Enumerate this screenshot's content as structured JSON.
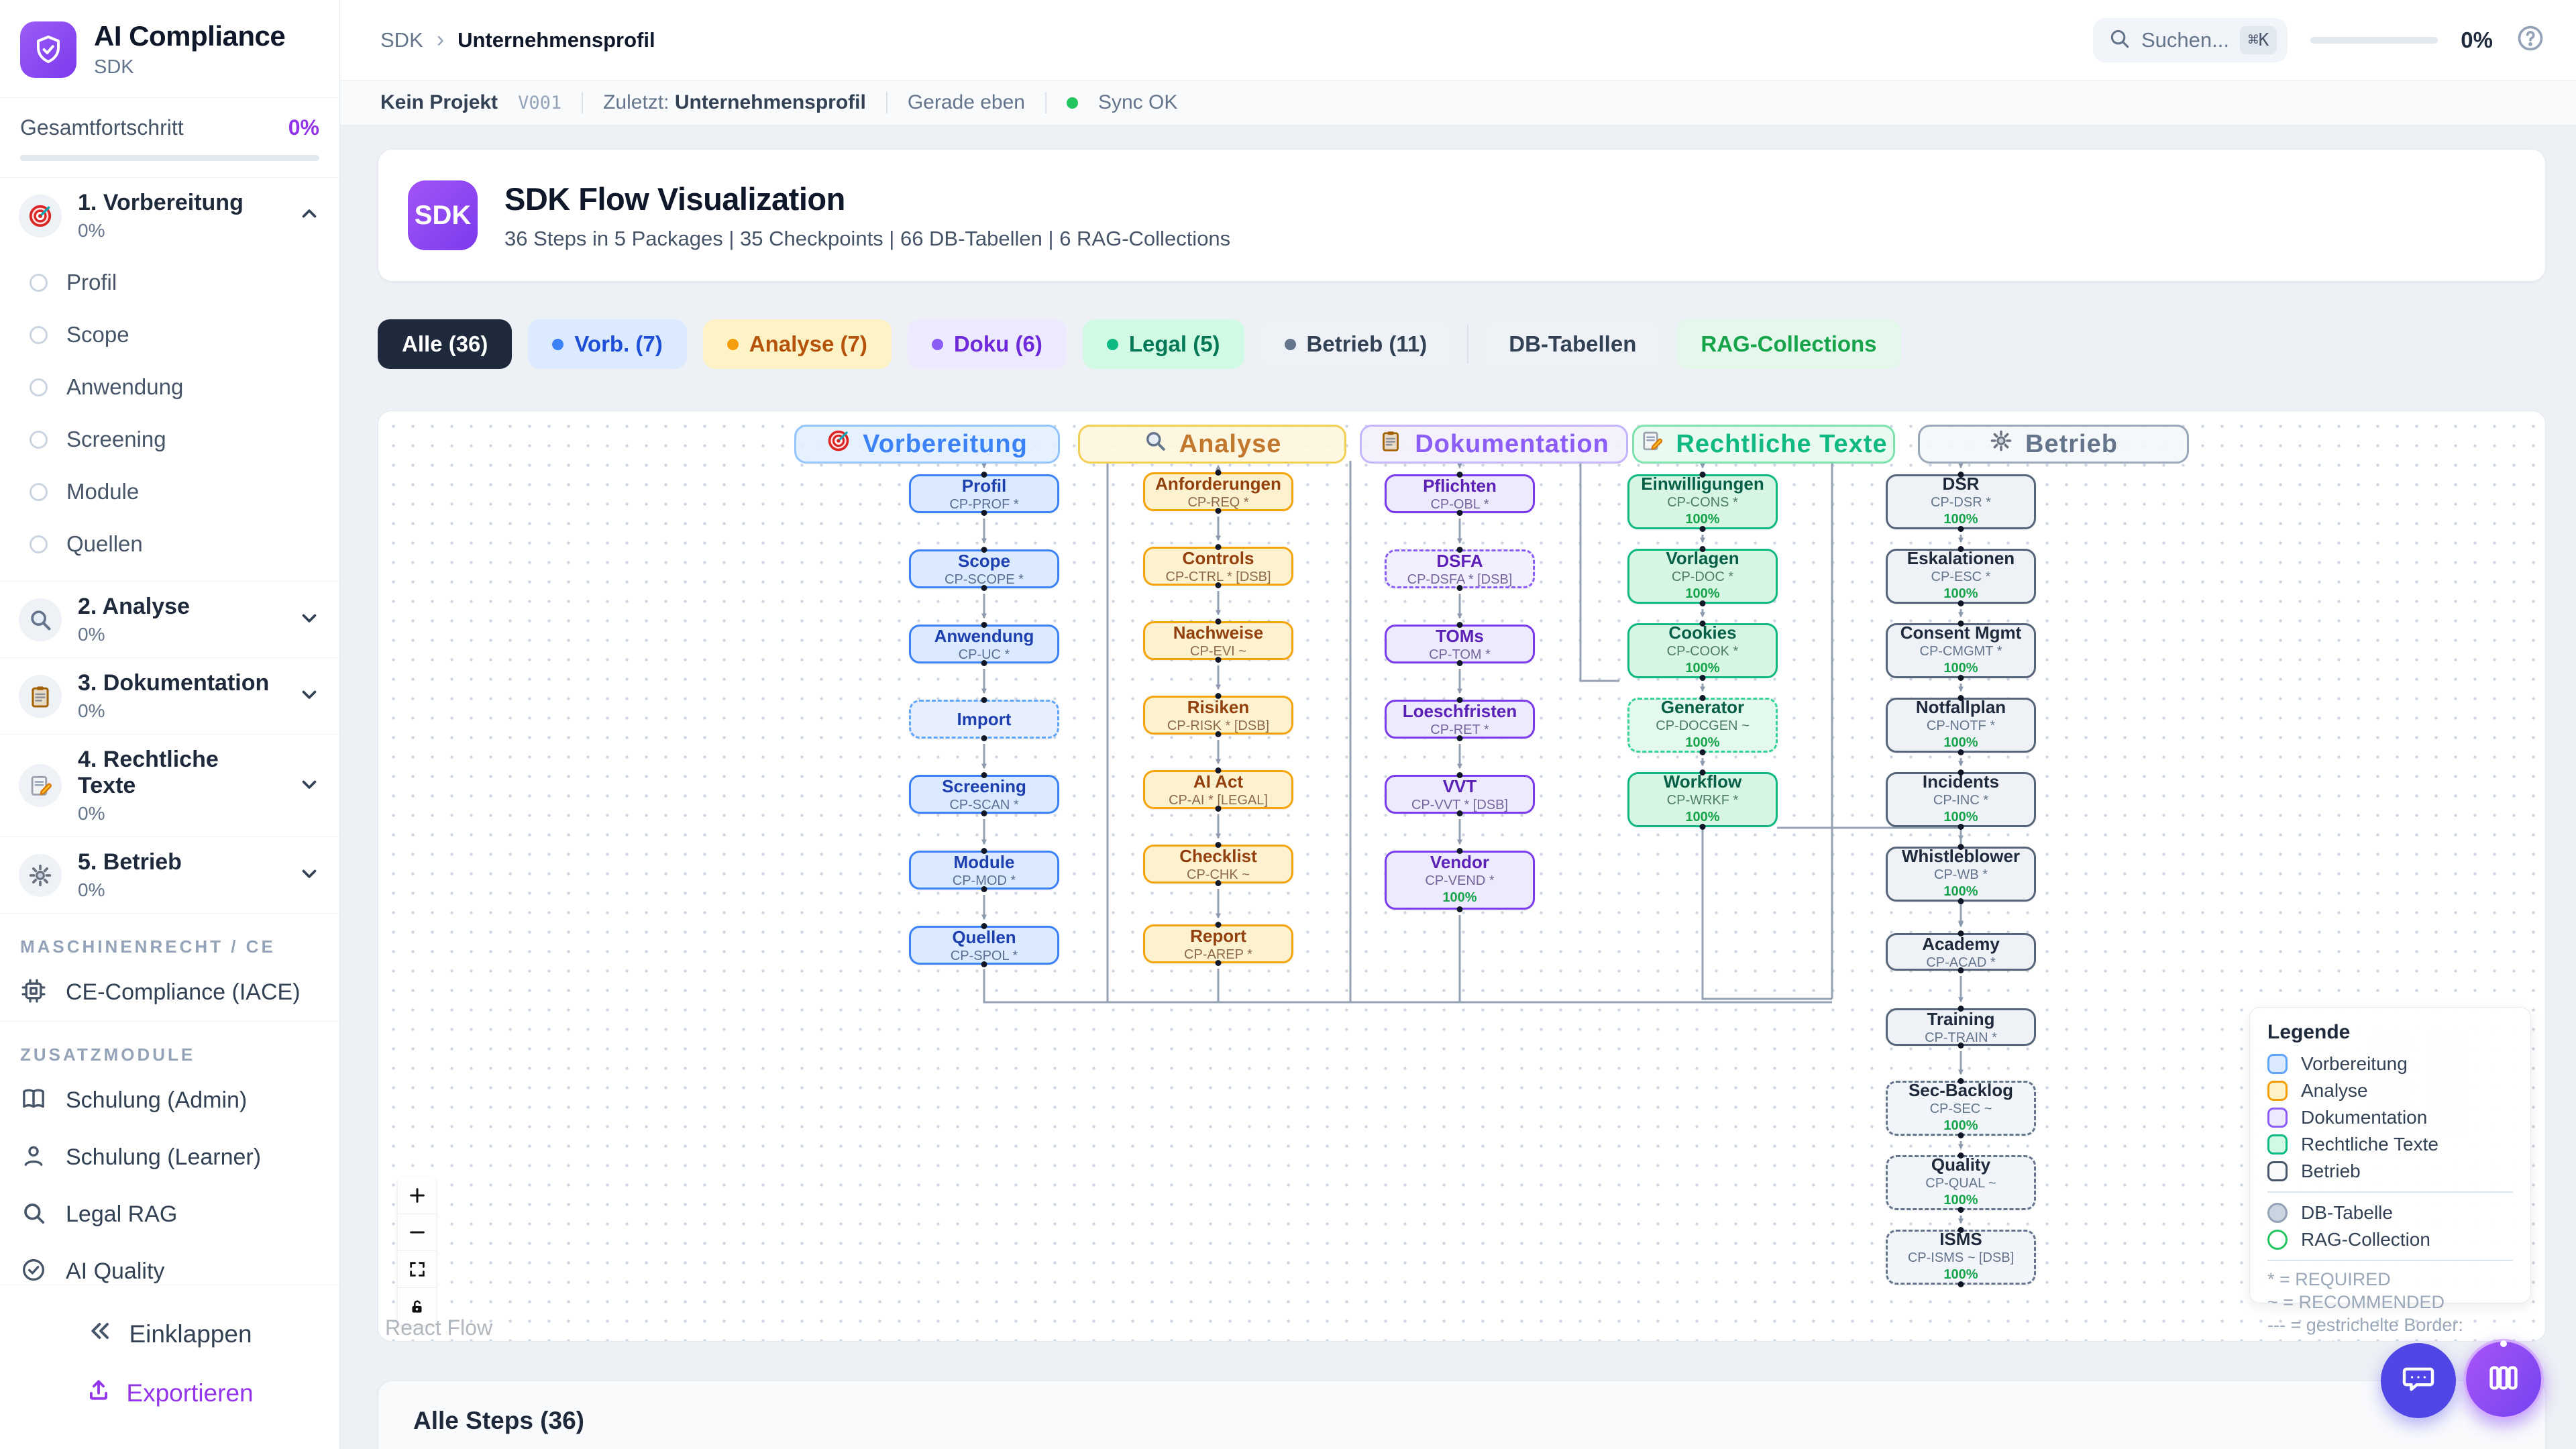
{
  "app": {
    "name": "AI Compliance",
    "sub": "SDK"
  },
  "sidebar": {
    "progress_label": "Gesamtfortschritt",
    "progress_value": "0%",
    "phases": [
      {
        "label": "1. Vorbereitung",
        "pct": "0%",
        "icon": "target-icon",
        "expanded": true,
        "items": [
          "Profil",
          "Scope",
          "Anwendung",
          "Screening",
          "Module",
          "Quellen"
        ]
      },
      {
        "label": "2. Analyse",
        "pct": "0%",
        "icon": "magnifier-icon",
        "expanded": false
      },
      {
        "label": "3. Dokumentation",
        "pct": "0%",
        "icon": "clipboard-icon",
        "expanded": false
      },
      {
        "label": "4. Rechtliche Texte",
        "pct": "0%",
        "icon": "memo-icon",
        "expanded": false
      },
      {
        "label": "5. Betrieb",
        "pct": "0%",
        "icon": "gear-icon",
        "expanded": false
      }
    ],
    "sections": [
      {
        "label": "MASCHINENRECHT / CE",
        "items": [
          {
            "label": "CE-Compliance (IACE)",
            "icon": "cpu-icon"
          }
        ]
      },
      {
        "label": "ZUSATZMODULE",
        "items": [
          {
            "label": "Schulung (Admin)",
            "icon": "book-icon"
          },
          {
            "label": "Schulung (Learner)",
            "icon": "user-icon"
          },
          {
            "label": "Legal RAG",
            "icon": "search-icon"
          },
          {
            "label": "AI Quality",
            "icon": "check-circle-icon"
          }
        ]
      }
    ],
    "collapse_label": "Einklappen",
    "export_label": "Exportieren"
  },
  "header": {
    "breadcrumb": [
      "SDK",
      "Unternehmensprofil"
    ],
    "search_placeholder": "Suchen...",
    "search_kbd": "⌘K",
    "progress_value": "0%"
  },
  "statusbar": {
    "project": "Kein Projekt",
    "version": "V001",
    "last_label": "Zuletzt:",
    "last_value": "Unternehmensprofil",
    "time": "Gerade eben",
    "sync": "Sync OK"
  },
  "hero": {
    "badge": "SDK",
    "title": "SDK Flow Visualization",
    "subtitle": "36 Steps in 5 Packages | 35 Checkpoints | 66 DB-Tabellen | 6 RAG-Collections"
  },
  "filters": {
    "chips": [
      {
        "label": "Alle (36)",
        "style": "dark"
      },
      {
        "label": "Vorb. (7)",
        "style": "blue"
      },
      {
        "label": "Analyse (7)",
        "style": "amber"
      },
      {
        "label": "Doku (6)",
        "style": "purple"
      },
      {
        "label": "Legal (5)",
        "style": "green"
      },
      {
        "label": "Betrieb (11)",
        "style": "slate"
      }
    ],
    "extra": [
      {
        "label": "DB-Tabellen",
        "style": "plain"
      },
      {
        "label": "RAG-Collections",
        "style": "rag"
      }
    ]
  },
  "flow": {
    "columns": [
      {
        "label": "Vorbereitung",
        "icon": "target-icon",
        "color": "blue",
        "nodes": [
          {
            "title": "Profil",
            "code": "CP-PROF *"
          },
          {
            "title": "Scope",
            "code": "CP-SCOPE *"
          },
          {
            "title": "Anwendung",
            "code": "CP-UC *"
          },
          {
            "title": "Import",
            "dashed": true
          },
          {
            "title": "Screening",
            "code": "CP-SCAN *"
          },
          {
            "title": "Module",
            "code": "CP-MOD *"
          },
          {
            "title": "Quellen",
            "code": "CP-SPOL *"
          }
        ]
      },
      {
        "label": "Analyse",
        "icon": "magnifier-icon",
        "color": "amber",
        "nodes": [
          {
            "title": "Anforderungen",
            "code": "CP-REQ *"
          },
          {
            "title": "Controls",
            "code": "CP-CTRL * [DSB]"
          },
          {
            "title": "Nachweise",
            "code": "CP-EVI ~"
          },
          {
            "title": "Risiken",
            "code": "CP-RISK * [DSB]"
          },
          {
            "title": "AI Act",
            "code": "CP-AI * [LEGAL]"
          },
          {
            "title": "Checklist",
            "code": "CP-CHK ~"
          },
          {
            "title": "Report",
            "code": "CP-AREP *"
          }
        ]
      },
      {
        "label": "Dokumentation",
        "icon": "clipboard-icon",
        "color": "purple",
        "nodes": [
          {
            "title": "Pflichten",
            "code": "CP-OBL *"
          },
          {
            "title": "DSFA",
            "code": "CP-DSFA * [DSB]",
            "dashed": true
          },
          {
            "title": "TOMs",
            "code": "CP-TOM *"
          },
          {
            "title": "Loeschfristen",
            "code": "CP-RET *"
          },
          {
            "title": "VVT",
            "code": "CP-VVT * [DSB]"
          },
          {
            "title": "Vendor",
            "code": "CP-VEND *",
            "progress": "100%"
          }
        ]
      },
      {
        "label": "Rechtliche Texte",
        "icon": "memo-icon",
        "color": "green",
        "nodes": [
          {
            "title": "Einwilligungen",
            "code": "CP-CONS *",
            "progress": "100%"
          },
          {
            "title": "Vorlagen",
            "code": "CP-DOC *",
            "progress": "100%"
          },
          {
            "title": "Cookies",
            "code": "CP-COOK *",
            "progress": "100%"
          },
          {
            "title": "Generator",
            "code": "CP-DOCGEN ~",
            "progress": "100%",
            "dashed": true
          },
          {
            "title": "Workflow",
            "code": "CP-WRKF *",
            "progress": "100%"
          }
        ]
      },
      {
        "label": "Betrieb",
        "icon": "gear-icon",
        "color": "slate",
        "nodes": [
          {
            "title": "DSR",
            "code": "CP-DSR *",
            "progress": "100%"
          },
          {
            "title": "Eskalationen",
            "code": "CP-ESC *",
            "progress": "100%"
          },
          {
            "title": "Consent Mgmt",
            "code": "CP-CMGMT *",
            "progress": "100%"
          },
          {
            "title": "Notfallplan",
            "code": "CP-NOTF *",
            "progress": "100%"
          },
          {
            "title": "Incidents",
            "code": "CP-INC *",
            "progress": "100%"
          },
          {
            "title": "Whistleblower",
            "code": "CP-WB *",
            "progress": "100%"
          },
          {
            "title": "Academy",
            "code": "CP-ACAD *"
          },
          {
            "title": "Training",
            "code": "CP-TRAIN *"
          },
          {
            "title": "Sec-Backlog",
            "code": "CP-SEC ~",
            "progress": "100%",
            "dashed": true
          },
          {
            "title": "Quality",
            "code": "CP-QUAL ~",
            "progress": "100%",
            "dashed": true
          },
          {
            "title": "ISMS",
            "code": "CP-ISMS ~ [DSB]",
            "progress": "100%",
            "dashed": true
          }
        ]
      }
    ],
    "legend": {
      "title": "Legende",
      "phases": [
        {
          "label": "Vorbereitung",
          "color": "blue"
        },
        {
          "label": "Analyse",
          "color": "amber"
        },
        {
          "label": "Dokumentation",
          "color": "purple"
        },
        {
          "label": "Rechtliche Texte",
          "color": "green"
        },
        {
          "label": "Betrieb",
          "color": "slate"
        }
      ],
      "types": [
        {
          "label": "DB-Tabelle",
          "color": "gray-circle"
        },
        {
          "label": "RAG-Collection",
          "color": "green-circle"
        }
      ],
      "notes": [
        "* = REQUIRED",
        "~ = RECOMMENDED",
        "--- = gestrichelte Border: Optional"
      ]
    },
    "attribution": "React Flow"
  },
  "bottom": {
    "heading": "Alle Steps (36)"
  }
}
